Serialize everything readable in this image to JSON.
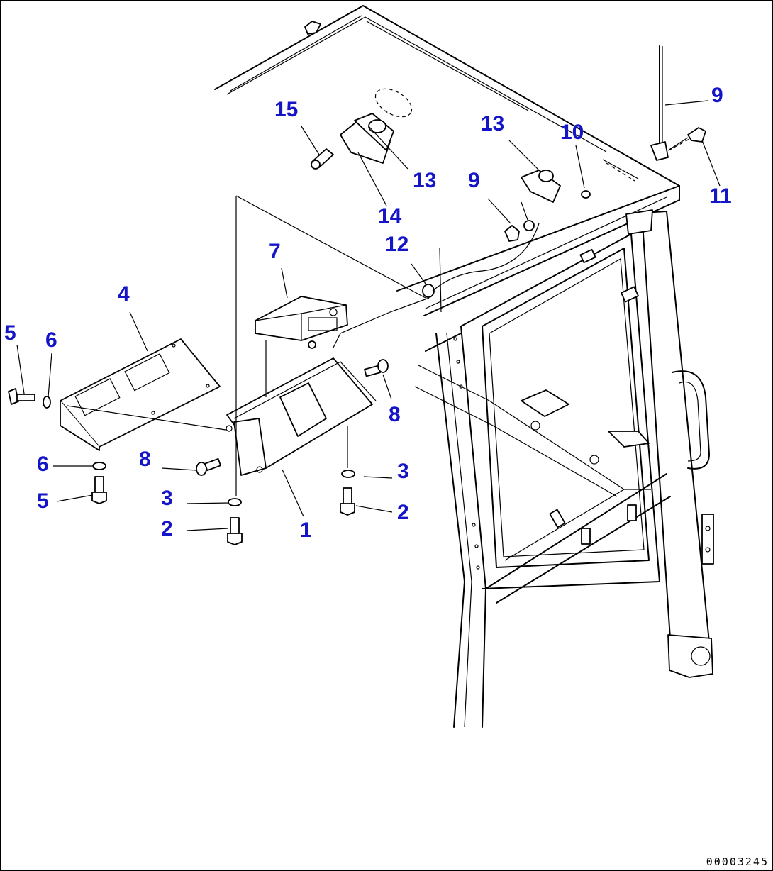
{
  "callouts": [
    {
      "id": "c15",
      "label": "15"
    },
    {
      "id": "c13a",
      "label": "13"
    },
    {
      "id": "c13b",
      "label": "13"
    },
    {
      "id": "c10",
      "label": "10"
    },
    {
      "id": "c9a",
      "label": "9"
    },
    {
      "id": "c9b",
      "label": "9"
    },
    {
      "id": "c11",
      "label": "11"
    },
    {
      "id": "c14",
      "label": "14"
    },
    {
      "id": "c12",
      "label": "12"
    },
    {
      "id": "c7",
      "label": "7"
    },
    {
      "id": "c4",
      "label": "4"
    },
    {
      "id": "c5a",
      "label": "5"
    },
    {
      "id": "c6a",
      "label": "6"
    },
    {
      "id": "c8a",
      "label": "8"
    },
    {
      "id": "c8b",
      "label": "8"
    },
    {
      "id": "c3a",
      "label": "3"
    },
    {
      "id": "c3b",
      "label": "3"
    },
    {
      "id": "c2a",
      "label": "2"
    },
    {
      "id": "c2b",
      "label": "2"
    },
    {
      "id": "c6b",
      "label": "6"
    },
    {
      "id": "c5b",
      "label": "5"
    },
    {
      "id": "c1",
      "label": "1"
    }
  ],
  "drawing_number": "00003245",
  "colors": {
    "callout": "#1515c8",
    "line": "#000000",
    "background": "#ffffff"
  }
}
